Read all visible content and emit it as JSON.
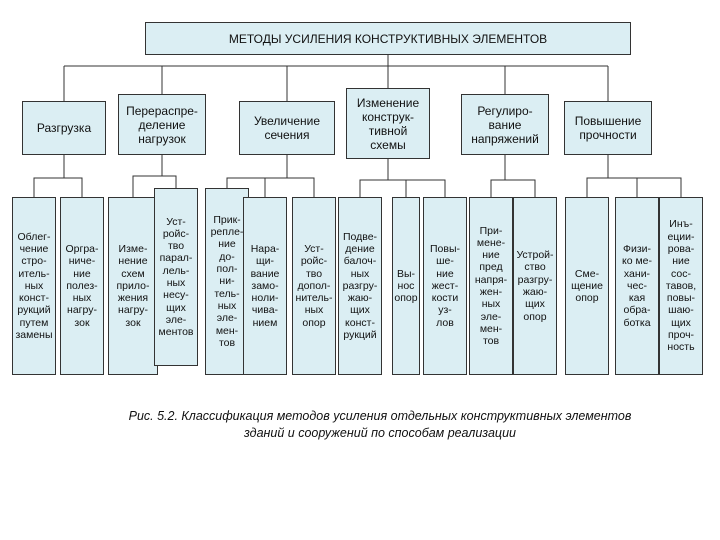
{
  "title": "МЕТОДЫ УСИЛЕНИЯ КОНСТРУКТИВНЫХ ЭЛЕМЕНТОВ",
  "methods": [
    "Разгрузка",
    "Перераспре-\nделение\nнагрузок",
    "Увеличение\nсечения",
    "Изменение\nконструк-\nтивной\nсхемы",
    "Регулиро-\nвание\nнапряжений",
    "Повышение\nпрочности"
  ],
  "ways": [
    "Облег-\nчение\nстро-\nитель-\nных\nконст-\nрукций\nпутем\nзамены",
    "Оргра-\nниче-\nние\nполез-\nных\nнагру-\nзок",
    "Изме-\nнение\nсхем\nприло-\nжения\nнагру-\nзок",
    "Уст-\nройс-\nтво\nпарал-\nлель-\nных\nнесу-\nщих\nэле-\nментов",
    "Прик-\nрепле-\nние\nдо-\nпол-\nни-\nтель-\nных\nэле-\nмен-\nтов",
    "Нара-\nщи-\nвание\nзамо-\nноли-\nчива-\nнием",
    "Уст-\nройс-\nтво\nдопол-\nнитель-\nных\nопор",
    "Подве-\nдение\nбалоч-\nных\nразгру-\nжаю-\nщих\nконст-\nрукций",
    "Вы-\nнос\nопор",
    "Повы-\nше-\nние\nжест-\nкости\nуз-\nлов",
    "При-\nмене-\nние\nпред\nнапря-\nжен-\nных\nэле-\nмен-\nтов",
    "Устрой-\nство\nразгру-\nжаю-\nщих\nопор",
    "Сме-\nщение\nопор",
    "Физи-\nко ме-\nхани-\nчес-\nкая\nобра-\nботка",
    "Инъ-\nеции-\nрова-\nние\nсос-\nтавов,\nповы-\nшаю-\nщих\nпроч-\nность"
  ],
  "caption": {
    "line1": "Рис. 5.2. Классификация методов усиления отдельных конструктивных элементов",
    "line2": "зданий и сооружений по способам реализации"
  }
}
